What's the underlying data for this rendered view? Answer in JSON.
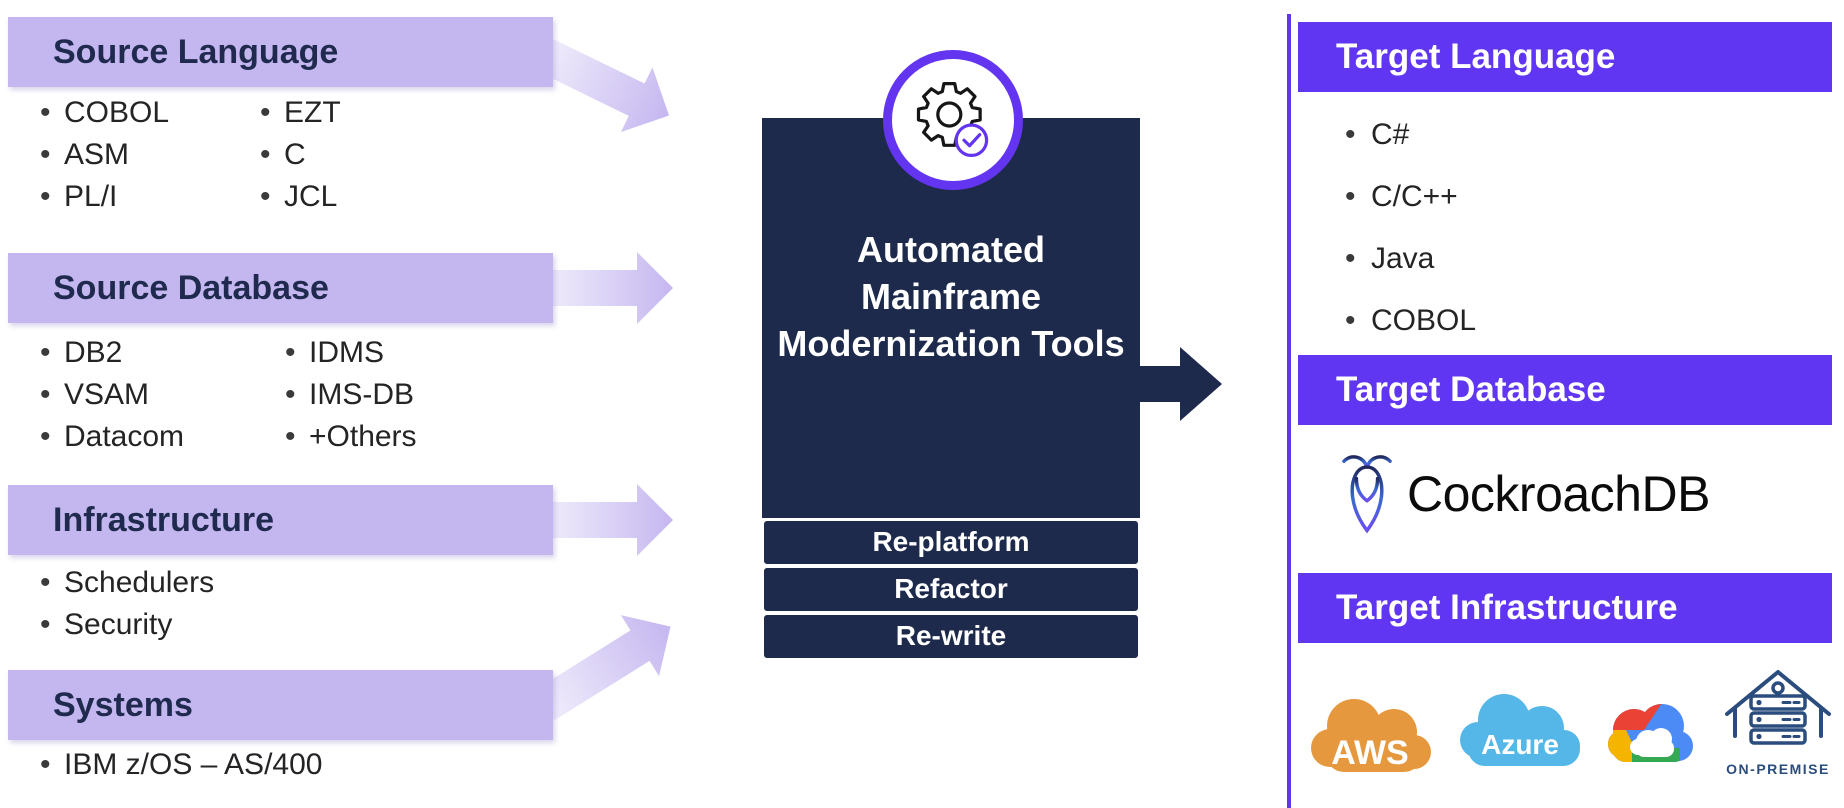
{
  "left": {
    "sections": [
      {
        "title": "Source Language",
        "col1": [
          "COBOL",
          "ASM",
          "PL/I"
        ],
        "col2": [
          "EZT",
          "C",
          "JCL"
        ]
      },
      {
        "title": "Source Database",
        "col1": [
          "DB2",
          "VSAM",
          "Datacom"
        ],
        "col2": [
          "IDMS",
          "IMS-DB",
          "+Others"
        ]
      },
      {
        "title": "Infrastructure",
        "col1": [
          "Schedulers",
          "Security"
        ],
        "col2": []
      },
      {
        "title": "Systems",
        "col1": [
          "IBM z/OS – AS/400"
        ],
        "col2": []
      }
    ]
  },
  "center": {
    "title": "Automated Mainframe Modernization Tools",
    "icon": "gear-check-icon",
    "approaches": [
      "Re-platform",
      "Refactor",
      "Re-write"
    ]
  },
  "right": {
    "sections": [
      {
        "title": "Target Language",
        "items": [
          "C#",
          "C/C++",
          "Java",
          "COBOL"
        ]
      },
      {
        "title": "Target Database",
        "logo_text": "CockroachDB",
        "icon": "cockroachdb-icon"
      },
      {
        "title": "Target Infrastructure",
        "providers": [
          {
            "icon": "aws-cloud-icon",
            "label": "AWS"
          },
          {
            "icon": "azure-cloud-icon",
            "label": "Azure"
          },
          {
            "icon": "google-cloud-icon",
            "label": ""
          },
          {
            "icon": "on-premise-icon",
            "label": "ON-PREMISE"
          }
        ]
      }
    ]
  },
  "colors": {
    "lavender_header": "#c4b7ef",
    "violet_header": "#6136f2",
    "navy_box": "#1d2a4c",
    "header_text_navy": "#1f2a4e",
    "badge_ring_purple": "#6435f0",
    "aws_orange": "#e5983e",
    "azure_blue": "#54b7e8",
    "google_red": "#ea4335",
    "google_blue": "#4c8bf5",
    "google_yellow": "#f4b400",
    "google_green": "#34a853",
    "onprem_navy": "#2b4d7e"
  }
}
